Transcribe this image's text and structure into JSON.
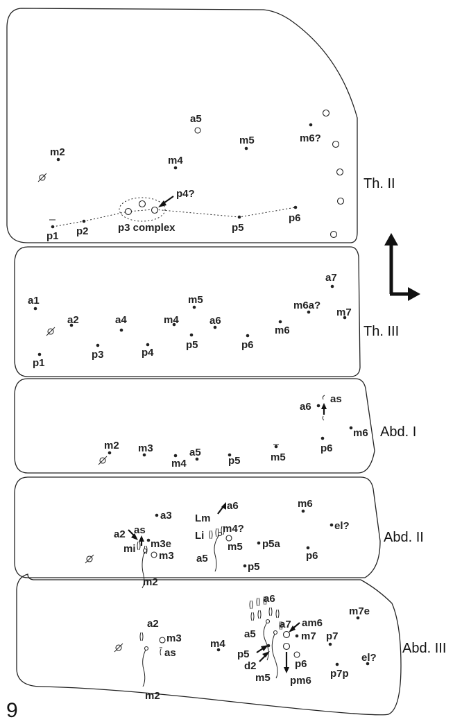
{
  "figure_number": "9",
  "segments": {
    "th2": "Th. II",
    "th3": "Th. III",
    "abd1": "Abd. I",
    "abd2": "Abd. II",
    "abd3": "Abd. III"
  },
  "labels": {
    "th2": {
      "a5": "a5",
      "m2": "m2",
      "m4": "m4",
      "m5": "m5",
      "m6q": "m6?",
      "p4q": "p4?",
      "p1": "p1",
      "p2": "p2",
      "p3c": "p3 complex",
      "p5": "p5",
      "p6": "p6"
    },
    "th3": {
      "a1": "a1",
      "a2": "a2",
      "a4": "a4",
      "m4": "m4",
      "m5": "m5",
      "a6": "a6",
      "m6aq": "m6a?",
      "a7": "a7",
      "m7": "m7",
      "m6": "m6",
      "p1": "p1",
      "p3": "p3",
      "p4": "p4",
      "p5": "p5",
      "p6": "p6"
    },
    "abd1": {
      "a6": "a6",
      "as": "as",
      "m6": "m6",
      "p6": "p6",
      "m2": "m2",
      "m3": "m3",
      "m4": "m4",
      "a5": "a5",
      "p5": "p5",
      "m5": "m5"
    },
    "abd2": {
      "a3": "a3",
      "a2": "a2",
      "as": "as",
      "mi": "mi",
      "m3e": "m3e",
      "m3": "m3",
      "m2": "m2",
      "Lm": "Lm",
      "Li": "Li",
      "a6": "a6",
      "m4q": "m4?",
      "m5": "m5",
      "a5": "a5",
      "p5a": "p5a",
      "p5": "p5",
      "m6": "m6",
      "elq": "el?",
      "p6": "p6"
    },
    "abd3": {
      "a2": "a2",
      "m3": "m3",
      "as": "as",
      "m2": "m2",
      "m4": "m4",
      "a6": "a6",
      "a5": "a5",
      "a7": "a7",
      "am6": "am6",
      "m7": "m7",
      "p5": "p5",
      "d2": "d2",
      "m5": "m5",
      "pm6": "pm6",
      "p6": "p6",
      "p7": "p7",
      "m7e": "m7e",
      "elq": "el?",
      "p7p": "p7p"
    }
  }
}
